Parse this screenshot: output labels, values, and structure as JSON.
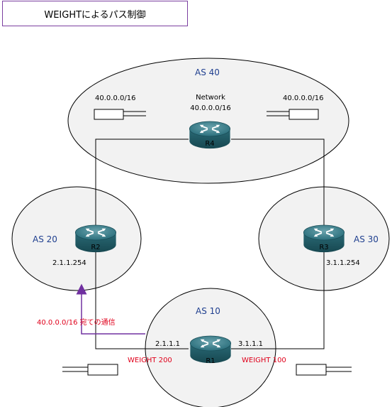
{
  "title": "WEIGHTによるパス制御",
  "as_labels": {
    "as40": "AS 40",
    "as20": "AS 20",
    "as30": "AS 30",
    "as10": "AS 10"
  },
  "network_label": "Network",
  "network_addr": "40.0.0.0/16",
  "prefix_left": "40.0.0.0/16",
  "prefix_right": "40.0.0.0/16",
  "routers": {
    "r4": "R4",
    "r2": "R2",
    "r3": "R3",
    "r1": "R1"
  },
  "ip": {
    "r2": "2.1.1.254",
    "r3": "3.1.1.254",
    "r1_left": "2.1.1.1",
    "r1_right": "3.1.1.1"
  },
  "weight_left": "WEIGHT 200",
  "weight_right": "WEIGHT 100",
  "traffic_label": "40.0.0.0/16 宛ての通信",
  "colors": {
    "accent_red": "#e0001b",
    "as_label_blue": "#1f3f8f",
    "arrow_purple": "#7030a0",
    "router_teal": "#1e5c68"
  }
}
